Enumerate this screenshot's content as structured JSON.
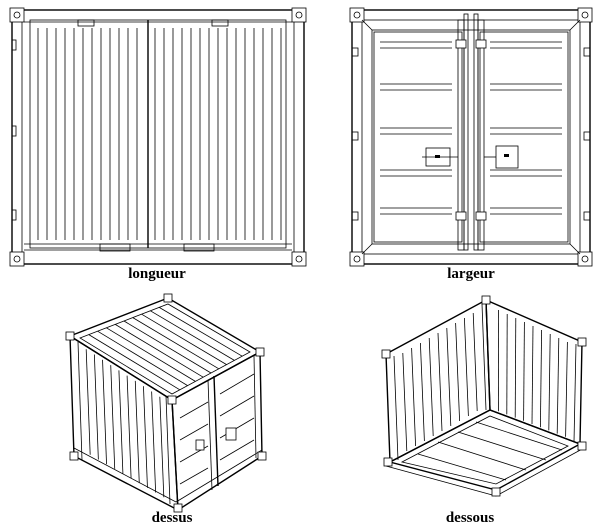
{
  "views": [
    {
      "id": "longueur",
      "caption": "longueur"
    },
    {
      "id": "largeur",
      "caption": "largeur"
    },
    {
      "id": "dessus",
      "caption": "dessus"
    },
    {
      "id": "dessous",
      "caption": "dessous"
    }
  ]
}
